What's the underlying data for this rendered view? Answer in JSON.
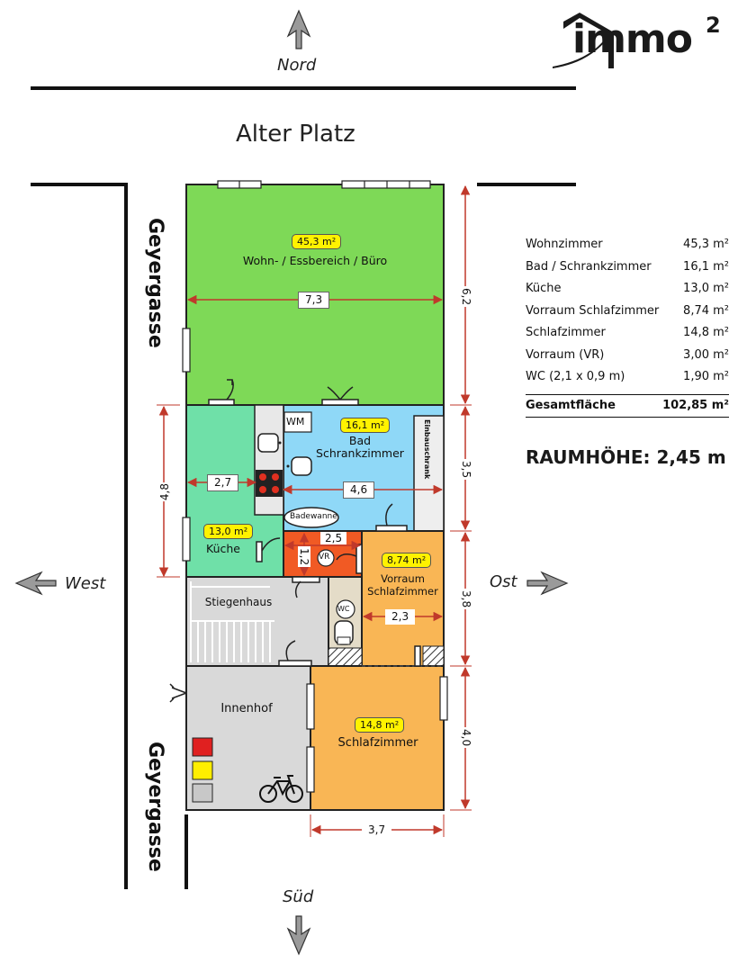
{
  "logo": {
    "text": "immo",
    "sup": "2"
  },
  "compass": {
    "north": "Nord",
    "south": "Süd",
    "west": "West",
    "east": "Ost"
  },
  "streets": {
    "top": "Alter Platz",
    "left_upper": "Geyergasse",
    "left_lower": "Geyergasse"
  },
  "rooms": {
    "wohn": {
      "label": "Wohn- / Essbereich / Büro",
      "area": "45,3 m²",
      "color": "#7ed957"
    },
    "kueche": {
      "label": "Küche",
      "area": "13,0 m²",
      "color": "#6fe0a8"
    },
    "bad": {
      "label1": "Bad",
      "label2": "Schrankzimmer",
      "area": "16,1 m²",
      "color": "#8fd8f7"
    },
    "vorraum_schlaf": {
      "label1": "Vorraum",
      "label2": "Schlafzimmer",
      "area": "8,74 m²",
      "color": "#f9b655"
    },
    "schlaf": {
      "label": "Schlafzimmer",
      "area": "14,8 m²",
      "color": "#f9b655"
    },
    "vr": {
      "label": "VR",
      "color": "#f15a24"
    },
    "wc": {
      "label": "WC"
    },
    "stiegenhaus": {
      "label": "Stiegenhaus"
    },
    "innenhof": {
      "label": "Innenhof"
    },
    "badewanne": {
      "label": "Badewanne"
    },
    "wm": {
      "label": "WM"
    },
    "einbauschrank": {
      "label": "Einbauschrank"
    }
  },
  "dimensions": {
    "wohn_width": "7,3",
    "kueche_width": "2,7",
    "bad_width": "4,6",
    "vr_width": "2,5",
    "vr_height": "1,2",
    "vorraum_width": "2,3",
    "schlaf_width": "3,7",
    "right_1": "6,2",
    "right_2": "3,5",
    "right_3": "3,8",
    "right_4": "4,0",
    "left_1": "4,8"
  },
  "area_table": {
    "rows": [
      {
        "name": "Wohnzimmer",
        "value": "45,3 m²"
      },
      {
        "name": "Bad / Schrankzimmer",
        "value": "16,1 m²"
      },
      {
        "name": "Küche",
        "value": "13,0 m²"
      },
      {
        "name": "Vorraum Schlafzimmer",
        "value": "8,74 m²"
      },
      {
        "name": "Schlafzimmer",
        "value": "14,8 m²"
      },
      {
        "name": "Vorraum (VR)",
        "value": "3,00 m²"
      },
      {
        "name": "WC (2,1 x 0,9 m)",
        "value": "1,90 m²"
      }
    ],
    "total_label": "Gesamtfläche",
    "total_value": "102,85 m²"
  },
  "ceiling_height": "RAUMHÖHE: 2,45 m",
  "colors": {
    "bin_red": "#e02020",
    "bin_yellow": "#ffee00",
    "bin_grey": "#c8c8c8",
    "courtyard": "#d9d9d9",
    "stair": "#d9d9d9"
  }
}
